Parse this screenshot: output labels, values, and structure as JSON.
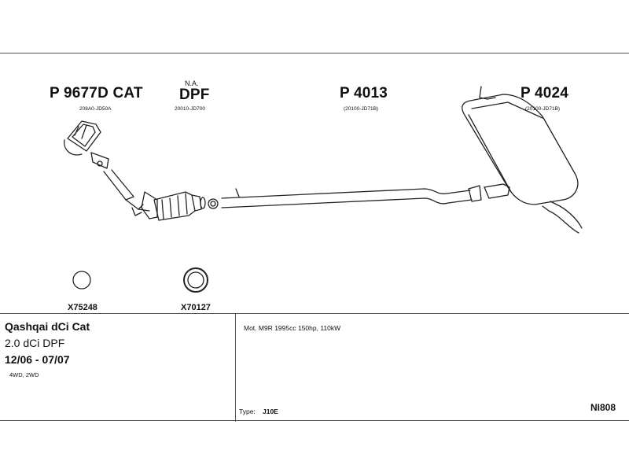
{
  "parts": {
    "cat": {
      "number": "P 9677D CAT",
      "code": "208A0-JD50A"
    },
    "dpf": {
      "note": "N.A.",
      "number": "DPF",
      "code": "20010-JD700"
    },
    "middle": {
      "number": "P 4013",
      "code": "(20100-JD71B)"
    },
    "rear": {
      "number": "P 4024",
      "code": "(20100-JD71B)"
    }
  },
  "accessories": {
    "ring": "X75248",
    "clamp": "X70127"
  },
  "vehicle": {
    "model": "Qashqai dCi Cat",
    "engine": "2.0 dCi DPF",
    "years": "12/06 - 07/07",
    "drive": "4WD, 2WD",
    "motor": "Mot. M9R 1995cc 150hp, 110kW",
    "type_label": "Type:",
    "type_value": "J10E",
    "reference": "NI808"
  }
}
